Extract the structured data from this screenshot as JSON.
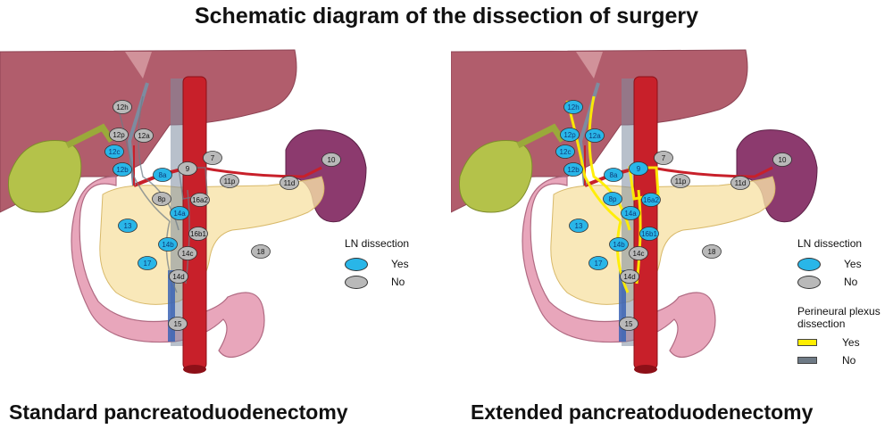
{
  "title": "Schematic diagram of the dissection of surgery",
  "colors": {
    "ln_yes": "#29b6e8",
    "ln_no": "#b9b9b9",
    "plexus_yes": "#ffee00",
    "plexus_no": "#6e7a86",
    "liver": "#b15d6c",
    "gallbladder": "#b4c24a",
    "pancreas": "#f7e2a8",
    "duodenum": "#e8a6bb",
    "spleen": "#8c3a6e",
    "vessel": "#c8202a"
  },
  "panels": [
    {
      "caption": "Standard pancreatoduodenectomy",
      "legend": {
        "ln_title": "LN dissection",
        "yes": "Yes",
        "no": "No"
      },
      "nodes": [
        {
          "label": "12h",
          "dissected": false
        },
        {
          "label": "12p",
          "dissected": false
        },
        {
          "label": "12a",
          "dissected": false
        },
        {
          "label": "12c",
          "dissected": true
        },
        {
          "label": "12b",
          "dissected": true
        },
        {
          "label": "8a",
          "dissected": true
        },
        {
          "label": "9",
          "dissected": false
        },
        {
          "label": "7",
          "dissected": false
        },
        {
          "label": "11p",
          "dissected": false
        },
        {
          "label": "11d",
          "dissected": false
        },
        {
          "label": "10",
          "dissected": false
        },
        {
          "label": "8p",
          "dissected": false
        },
        {
          "label": "16a2",
          "dissected": false
        },
        {
          "label": "14a",
          "dissected": true
        },
        {
          "label": "13",
          "dissected": true
        },
        {
          "label": "16b1",
          "dissected": false
        },
        {
          "label": "14b",
          "dissected": true
        },
        {
          "label": "14c",
          "dissected": false
        },
        {
          "label": "18",
          "dissected": false
        },
        {
          "label": "17",
          "dissected": true
        },
        {
          "label": "14d",
          "dissected": false
        },
        {
          "label": "15",
          "dissected": false
        }
      ]
    },
    {
      "caption": "Extended pancreatoduodenectomy",
      "legend": {
        "ln_title": "LN dissection",
        "yes": "Yes",
        "no": "No",
        "plexus_title": "Perineural plexus dissection",
        "plexus_yes": "Yes",
        "plexus_no": "No"
      },
      "nodes": [
        {
          "label": "12h",
          "dissected": true
        },
        {
          "label": "12p",
          "dissected": true
        },
        {
          "label": "12a",
          "dissected": true
        },
        {
          "label": "12c",
          "dissected": true
        },
        {
          "label": "12b",
          "dissected": true
        },
        {
          "label": "8a",
          "dissected": true
        },
        {
          "label": "9",
          "dissected": true
        },
        {
          "label": "7",
          "dissected": false
        },
        {
          "label": "11p",
          "dissected": false
        },
        {
          "label": "11d",
          "dissected": false
        },
        {
          "label": "10",
          "dissected": false
        },
        {
          "label": "8p",
          "dissected": true
        },
        {
          "label": "16a2",
          "dissected": true
        },
        {
          "label": "14a",
          "dissected": true
        },
        {
          "label": "13",
          "dissected": true
        },
        {
          "label": "16b1",
          "dissected": true
        },
        {
          "label": "14b",
          "dissected": true
        },
        {
          "label": "14c",
          "dissected": false
        },
        {
          "label": "18",
          "dissected": false
        },
        {
          "label": "17",
          "dissected": true
        },
        {
          "label": "14d",
          "dissected": false
        },
        {
          "label": "15",
          "dissected": false
        }
      ]
    }
  ]
}
